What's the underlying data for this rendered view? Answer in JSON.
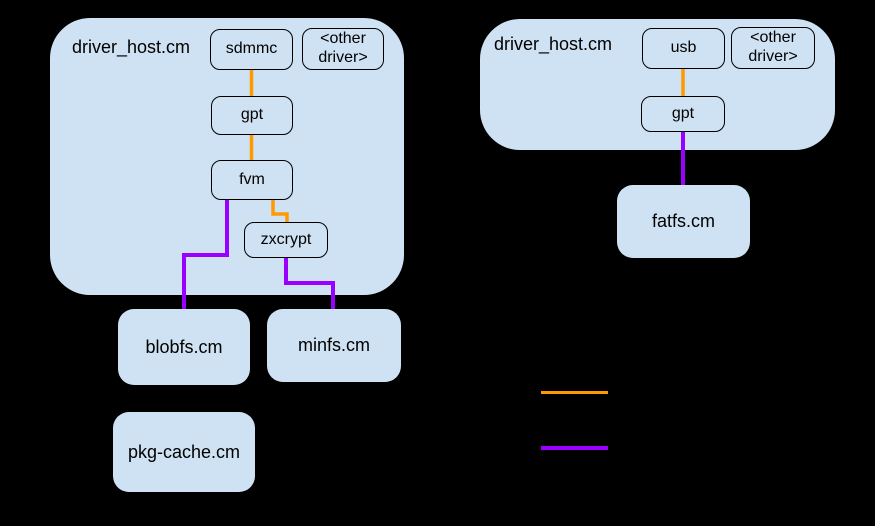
{
  "colors": {
    "background": "#000000",
    "node_fill": "#cfe2f3",
    "node_border": "#000000",
    "text": "#000000",
    "orange_connector": "#ff9900",
    "purple_connector": "#9900ff"
  },
  "left": {
    "container_label": "driver_host.cm",
    "nodes": {
      "sdmmc": "sdmmc",
      "other_driver": "<other driver>",
      "gpt": "gpt",
      "fvm": "fvm",
      "zxcrypt": "zxcrypt",
      "blobfs": "blobfs.cm",
      "minfs": "minfs.cm",
      "pkg_cache": "pkg-cache.cm"
    }
  },
  "right": {
    "container_label": "driver_host.cm",
    "nodes": {
      "usb": "usb",
      "other_driver": "<other driver>",
      "gpt": "gpt",
      "fatfs": "fatfs.cm"
    }
  },
  "edges": [
    {
      "from": "sdmmc",
      "to": "gpt",
      "color": "#ff9900"
    },
    {
      "from": "gpt",
      "to": "fvm",
      "color": "#ff9900"
    },
    {
      "from": "fvm",
      "to": "zxcrypt",
      "color": "#ff9900"
    },
    {
      "from": "fvm",
      "to": "blobfs.cm",
      "color": "#9900ff"
    },
    {
      "from": "zxcrypt",
      "to": "minfs.cm",
      "color": "#9900ff"
    },
    {
      "from": "usb",
      "to": "gpt",
      "color": "#ff9900"
    },
    {
      "from": "gpt",
      "to": "fatfs.cm",
      "color": "#9900ff"
    }
  ]
}
